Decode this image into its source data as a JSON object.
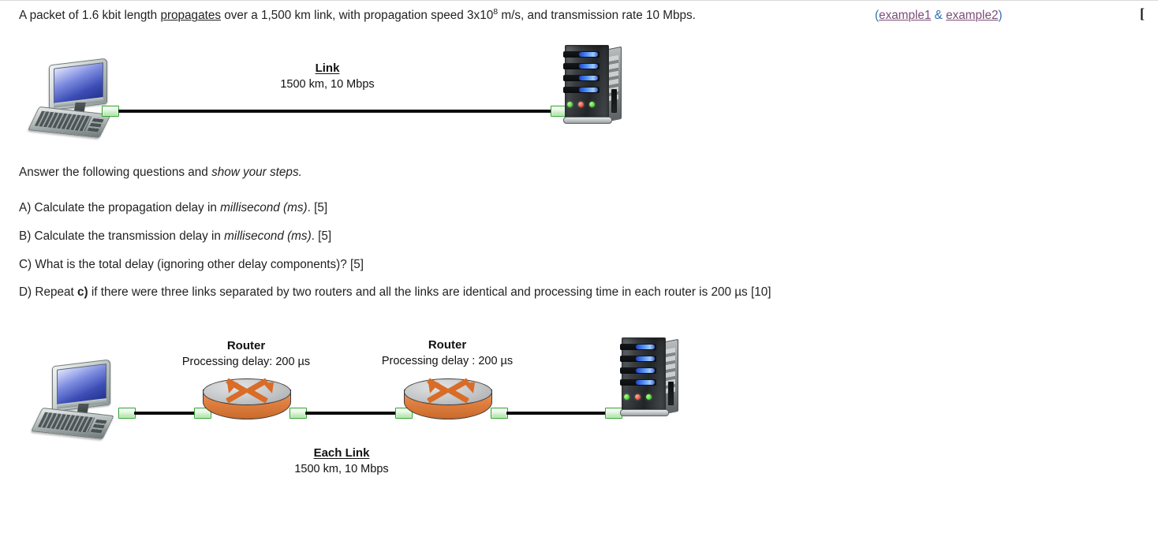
{
  "statement": {
    "part1": "A packet of 1.6 kbit length ",
    "keyword": "propagates",
    "part2": " over a 1,500 km link, with propagation speed 3x10",
    "exponent": "8",
    "part3": " m/s, and transmission rate 10 Mbps.",
    "examples_open": "(",
    "example1": "example1",
    "amp": " & ",
    "example2": "example2",
    "examples_close": ")",
    "right_bracket": "["
  },
  "prompt": {
    "lead": "Answer the following questions and ",
    "emphasis": "show your steps."
  },
  "questions": [
    {
      "label": "A) Calculate the propagation delay in ",
      "emphasis": "millisecond (ms)",
      "tail": ". [5]",
      "marks": "[5]"
    },
    {
      "label": "B) Calculate the transmission delay in ",
      "emphasis": "millisecond (ms)",
      "tail": ". [5]",
      "marks": "[5]"
    },
    {
      "label": "C) What is the total delay (ignoring other delay components)? [5]",
      "emphasis": "",
      "tail": "",
      "marks": "[5]"
    },
    {
      "prefix": "D) Repeat ",
      "bold": "c)",
      "label": " if there were three links separated by two routers and all the links are identical and processing time in each router is 200 µs [10]",
      "marks": "[10]"
    }
  ],
  "diagram1": {
    "link_label": {
      "title": "Link",
      "sub": "1500 km, 10 Mbps"
    },
    "nodes": {
      "client": "workstation",
      "server": "server"
    }
  },
  "diagram2": {
    "router1": {
      "title": "Router",
      "sub": "Processing delay: 200 µs"
    },
    "router2": {
      "title": "Router",
      "sub": "Processing delay : 200 µs"
    },
    "link_label": {
      "title": "Each Link",
      "sub": "1500 km, 10 Mbps"
    },
    "nodes": {
      "client": "workstation",
      "server": "server"
    }
  },
  "colors": {
    "link_visited": "#7c4d78",
    "link_blue": "#2f6fb5",
    "router_body": "#e07f3f",
    "router_top": "#c3c5c7",
    "connector_green": "#2da22d",
    "cable": "#0b0b0b",
    "text": "#222222",
    "rule": "#d9d9d9"
  }
}
